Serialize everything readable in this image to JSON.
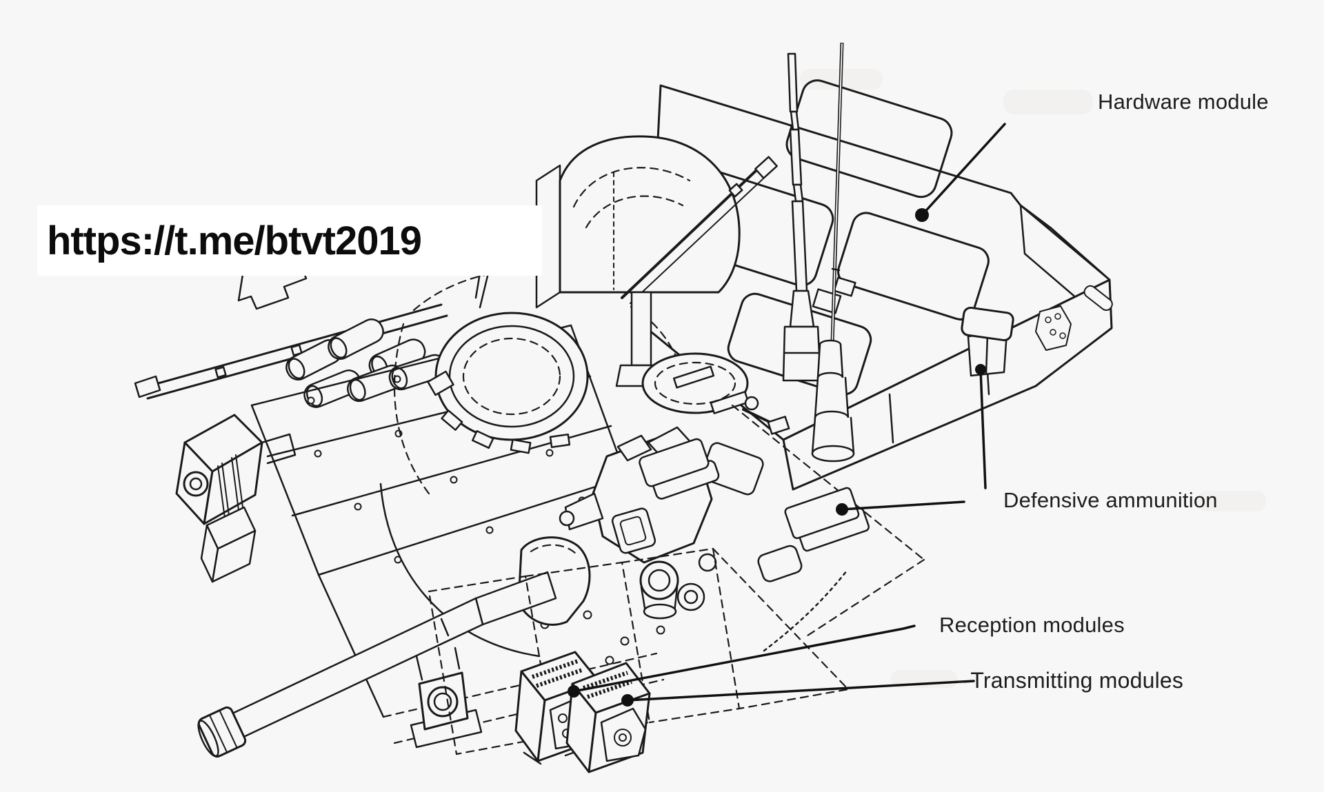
{
  "figure": {
    "kind": "isometric-line-drawing",
    "subject_labels": "tank with active protection system components"
  },
  "colors": {
    "background": "#f7f7f7",
    "line": "#1a1a1a",
    "label_text": "#1d1d1d",
    "watermark_background": "#ffffff",
    "watermark_text": "#0c0c0c"
  },
  "watermark": {
    "text": "https://t.me/btvt2019"
  },
  "labels": {
    "hardware_module": "Hardware module",
    "defensive_ammunition": "Defensive ammunition",
    "reception_modules": "Reception modules",
    "transmitting_modules": "- Transmitting modules"
  }
}
